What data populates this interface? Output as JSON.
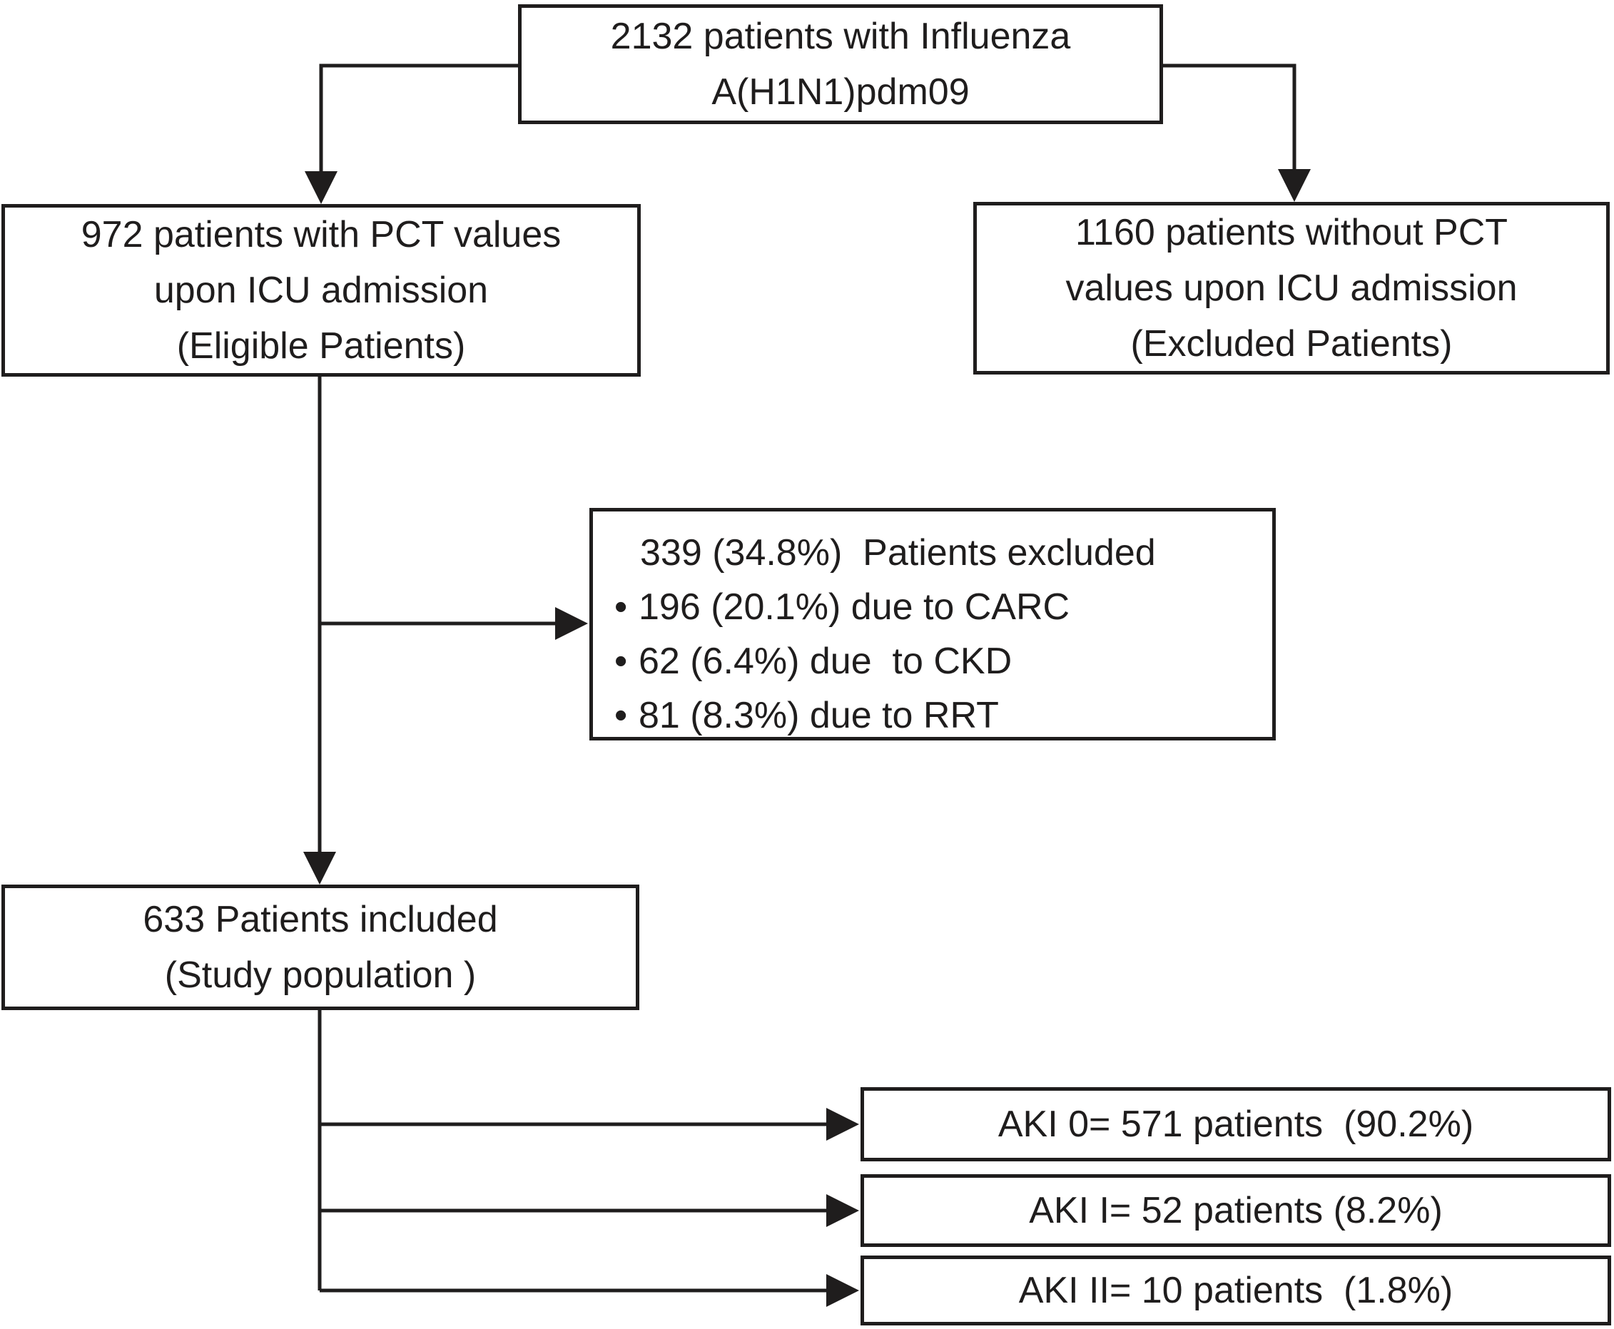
{
  "figure": {
    "background_color": "#ffffff",
    "line_color": "#1f1d1d",
    "boxes": {
      "total": {
        "line1": "2132 patients with Influenza",
        "line2": "A(H1N1)pdm09"
      },
      "eligible": {
        "line1": "972 patients with PCT values",
        "line2": "upon ICU admission",
        "line3": "(Eligible Patients)"
      },
      "excluded": {
        "line1": "1160 patients without PCT",
        "line2": "values upon ICU admission",
        "line3": "(Excluded Patients)"
      },
      "exclusion_detail": {
        "header": "339 (34.8%)  Patients excluded",
        "bullet_char": "•",
        "items": [
          "196 (20.1%) due to CARC",
          "62 (6.4%) due  to CKD",
          "81 (8.3%) due to RRT"
        ]
      },
      "included": {
        "line1": "633 Patients included",
        "line2": "(Study population )"
      },
      "aki": [
        "AKI 0= 571 patients  (90.2%)",
        "AKI I= 52 patients (8.2%)",
        "AKI II= 10 patients  (1.8%)"
      ]
    }
  }
}
